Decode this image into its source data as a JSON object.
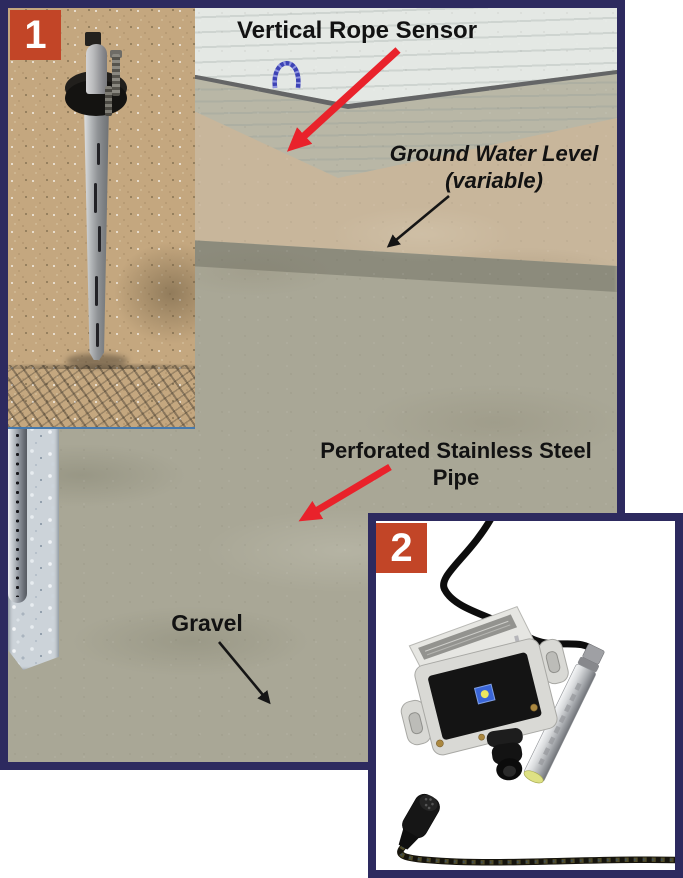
{
  "figure": {
    "frame_color": "#2d2a5f",
    "badge_color": "#c24527",
    "arrow_red": "#e9222b",
    "arrow_black": "#151515",
    "rope_color": "#3d43b4",
    "panel_numbers": [
      "1",
      "2"
    ],
    "annotations": {
      "vertical_rope_sensor": "Vertical Rope Sensor",
      "ground_water_level_line1": "Ground Water Level",
      "ground_water_level_line2": "(variable)",
      "perforated_pipe": "Perforated Stainless Steel Pipe",
      "gravel": "Gravel"
    }
  }
}
